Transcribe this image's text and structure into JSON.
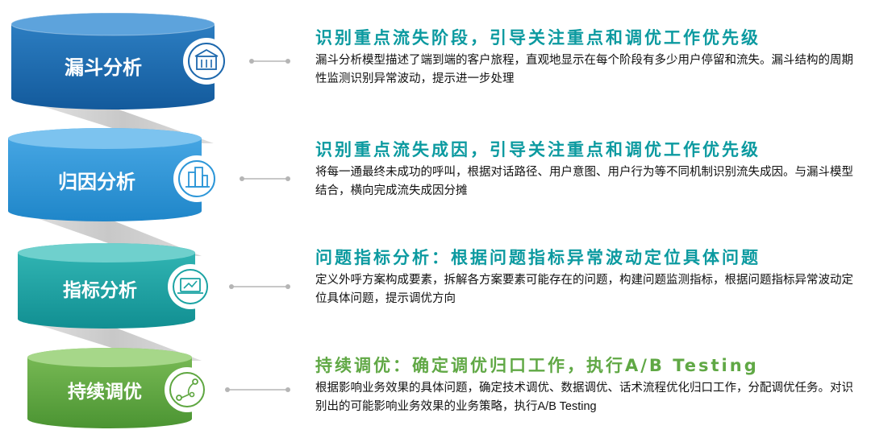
{
  "stages": [
    {
      "label": "漏斗分析",
      "icon": "building-icon",
      "color": "#1d68ad",
      "heading": "识别重点流失阶段，引导关注重点和调优工作优先级",
      "description": "漏斗分析模型描述了端到端的客户旅程，直观地显示在每个阶段有多少用户停留和流失。漏斗结构的周期性监测识别异常波动，提示进一步处理"
    },
    {
      "label": "归因分析",
      "icon": "city-buildings-icon",
      "color": "#2c96d8",
      "heading": "识别重点流失成因，引导关注重点和调优工作优先级",
      "description": "将每一通最终未成功的呼叫，根据对话路径、用户意图、用户行为等不同机制识别流失成因。与漏斗模型结合，横向完成流失成因分摊"
    },
    {
      "label": "指标分析",
      "icon": "chart-monitor-icon",
      "color": "#1aa3a3",
      "heading": "问题指标分析：根据问题指标异常波动定位具体问题",
      "description": "定义外呼方案构成要素，拆解各方案要素可能存在的问题，构建问题监测指标，根据问题指标异常波动定位具体问题，提示调优方向"
    },
    {
      "label": "持续调优",
      "icon": "network-path-icon",
      "color": "#5ea640",
      "heading": "持续调优：确定调优归口工作，执行A/B Testing",
      "description": "根据影响业务效果的具体问题，确定技术调优、数据调优、话术流程优化归口工作，分配调优任务。对识别出的可能影响业务效果的业务策略，执行A/B Testing"
    }
  ]
}
